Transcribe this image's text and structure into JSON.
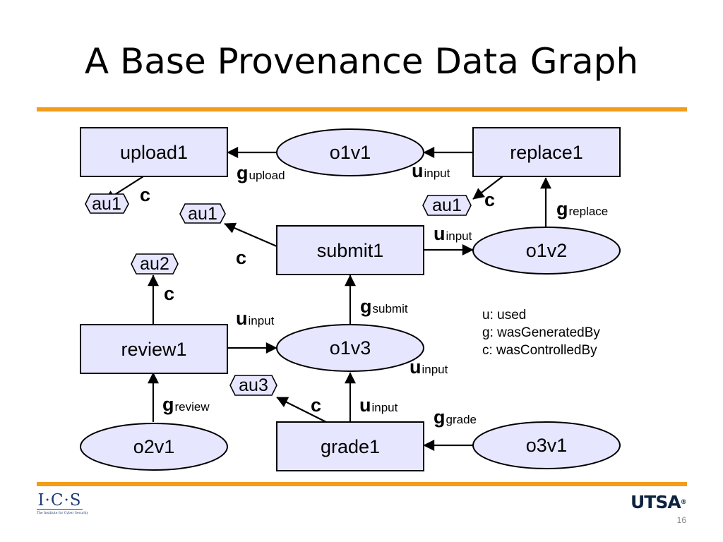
{
  "slide": {
    "title": "A Base Provenance Data Graph",
    "page_number": "16",
    "accent_color": "#f39c1a"
  },
  "logos": {
    "left": {
      "mark": "I·C·S",
      "tagline": "The Institute for Cyber Security"
    },
    "right": {
      "mark": "UTSA",
      "registered": "®"
    }
  },
  "diagram": {
    "nodes": {
      "upload1": "upload1",
      "o1v1": "o1v1",
      "replace1": "replace1",
      "au1_left": "au1",
      "au1_mid": "au1",
      "au1_right": "au1",
      "submit1": "submit1",
      "o1v2": "o1v2",
      "au2": "au2",
      "review1": "review1",
      "o1v3": "o1v3",
      "au3": "au3",
      "o2v1": "o2v1",
      "grade1": "grade1",
      "o3v1": "o3v1"
    },
    "edge_labels": {
      "g_upload": {
        "main": "g",
        "sub": "upload"
      },
      "u_input_replace": {
        "main": "u",
        "sub": "input"
      },
      "c_upload": {
        "main": "c"
      },
      "c_replace": {
        "main": "c"
      },
      "g_replace": {
        "main": "g",
        "sub": "replace"
      },
      "c_submit": {
        "main": "c"
      },
      "u_input_submit": {
        "main": "u",
        "sub": "input"
      },
      "c_review": {
        "main": "c"
      },
      "g_submit": {
        "main": "g",
        "sub": "submit"
      },
      "u_input_review": {
        "main": "u",
        "sub": "input"
      },
      "u_input_o1v3": {
        "main": "u",
        "sub": "input"
      },
      "g_review": {
        "main": "g",
        "sub": "review"
      },
      "c_grade": {
        "main": "c"
      },
      "u_input_grade": {
        "main": "u",
        "sub": "input"
      },
      "g_grade": {
        "main": "g",
        "sub": "grade"
      }
    },
    "legend": [
      "u: used",
      "g: wasGeneratedBy",
      "c: wasControlledBy"
    ]
  }
}
